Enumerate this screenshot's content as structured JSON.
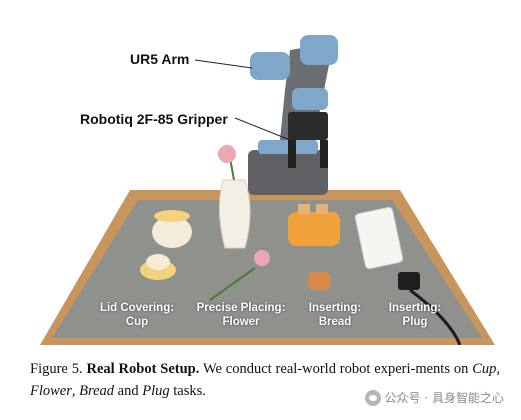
{
  "figure": {
    "callouts": {
      "arm": "UR5 Arm",
      "gripper": "Robotiq 2F-85 Gripper"
    },
    "tasks": [
      {
        "line1": "Lid Covering:",
        "line2": "Cup"
      },
      {
        "line1": "Precise Placing:",
        "line2": "Flower"
      },
      {
        "line1": "Inserting:",
        "line2": "Bread"
      },
      {
        "line1": "Inserting:",
        "line2": "Plug"
      }
    ],
    "caption": {
      "label": "Figure 5.",
      "title": "Real Robot Setup.",
      "text_a": " We conduct real-world robot experi-ments on ",
      "cup": "Cup",
      "sep1": ", ",
      "flower": "Flower",
      "sep2": ", ",
      "bread": "Bread",
      "text_b": " and ",
      "plug": "Plug",
      "text_c": " tasks."
    }
  },
  "watermark": {
    "text": "公众号 · 具身智能之心"
  },
  "colors": {
    "table_mat": "#8f918c",
    "table_frame": "#c8955c",
    "robot_blue": "#7fa7c9",
    "robot_gray": "#5f6164"
  }
}
